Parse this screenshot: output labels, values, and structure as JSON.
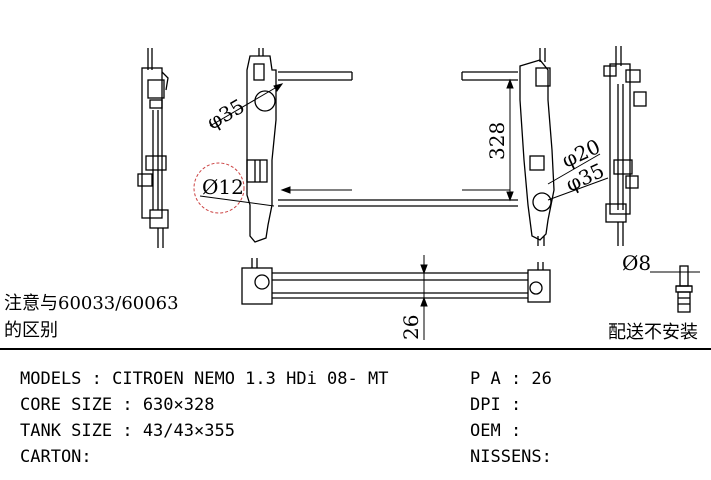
{
  "drawing": {
    "dimensions": {
      "inlet_diameter": "φ35",
      "sensor_diameter": "Ø12",
      "core_height": "328",
      "outlet_pipe_small": "φ20",
      "outlet_pipe_large": "φ35",
      "tank_depth": "26",
      "plug_diameter": "Ø8"
    },
    "notes": {
      "difference_line1": "注意与60033/60063",
      "difference_line2": "的区别",
      "not_installed": "配送不安装"
    }
  },
  "specs": {
    "models": "MODELS : CITROEN NEMO 1.3 HDi 08- MT",
    "core_size": "CORE SIZE : 630×328",
    "tank_size": "TANK SIZE : 43/43×355",
    "carton": "CARTON:",
    "pa": "P A : 26",
    "dpi": "DPI :",
    "oem": "OEM :",
    "nissens": "NISSENS:"
  }
}
